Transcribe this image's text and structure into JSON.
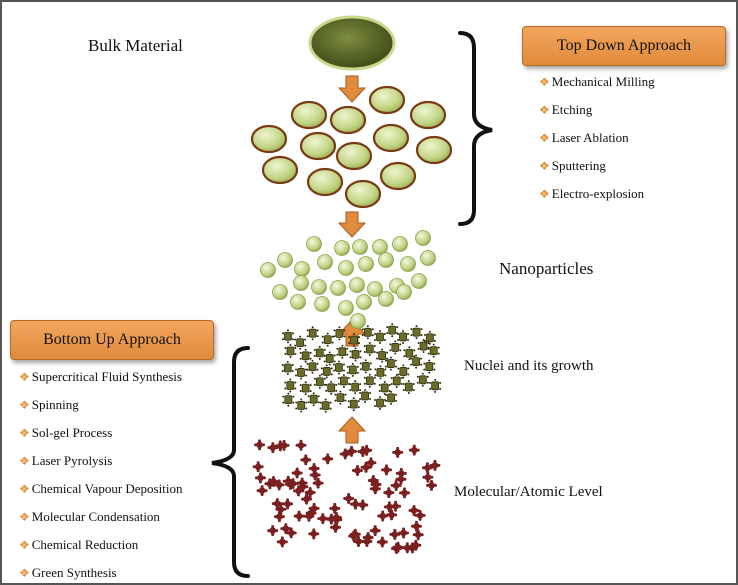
{
  "labels": {
    "bulk_material": "Bulk Material",
    "nanoparticles": "Nanoparticles",
    "nuclei": "Nuclei and its growth",
    "molecular": "Molecular/Atomic Level"
  },
  "top_down": {
    "title": "Top Down Approach",
    "items": [
      "Mechanical Milling",
      "Etching",
      "Laser Ablation",
      "Sputtering",
      "Electro-explosion"
    ]
  },
  "bottom_up": {
    "title": "Bottom Up Approach",
    "items": [
      "Supercritical Fluid Synthesis",
      "Spinning",
      "Sol-gel Process",
      "Laser Pyrolysis",
      "Chemical Vapour Deposition",
      "Molecular Condensation",
      "Chemical Reduction",
      "Green Synthesis"
    ]
  },
  "colors": {
    "arrow": "#e08a3c",
    "title_box": "#ec9a4c",
    "particle_fill": "#c7d98f",
    "particle_ring": "#7a3a14",
    "bulk_fill": "#5d6b2a",
    "nuclei": "#5e5e22",
    "atom": "#7a1f1f",
    "bullet": "#e0913c"
  }
}
